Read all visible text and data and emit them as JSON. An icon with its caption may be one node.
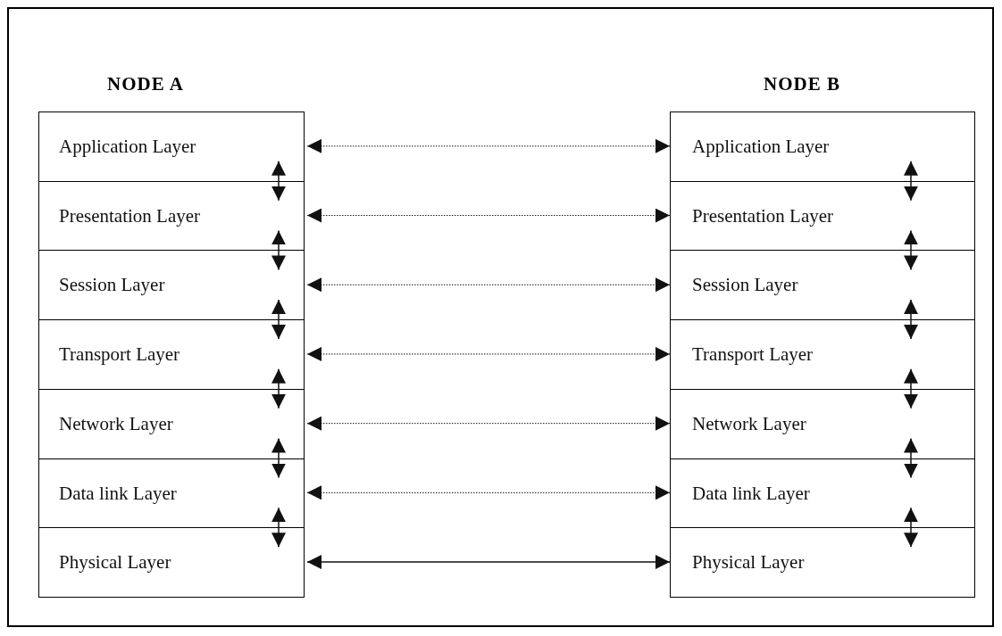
{
  "diagram": {
    "nodes": [
      {
        "text": [
          "Application Layer"
        ]
      },
      {
        "text": [
          "Presentation Layer"
        ]
      },
      {
        "text": [
          "Session Layer"
        ]
      },
      {
        "text": [
          "Transport Layer"
        ]
      },
      {
        "text": [
          "Network Layer"
        ]
      },
      {
        "text": [
          "Data link Layer"
        ]
      },
      {
        "text": [
          "Physical Layer"
        ]
      },
      {
        "text": [
          "Application Layer"
        ]
      },
      {
        "text": [
          "Presentation Layer"
        ]
      },
      {
        "text": [
          "Session Layer"
        ]
      },
      {
        "text": [
          "Transport Layer"
        ]
      },
      {
        "text": [
          "Network Layer"
        ]
      },
      {
        "text": [
          "Data link Layer"
        ]
      },
      {
        "text": [
          "Physical Layer"
        ]
      }
    ],
    "edges": [
      {
        "from": 0,
        "to": 7,
        "arrow": "both",
        "style": "dashed"
      },
      {
        "from": 1,
        "to": 8,
        "arrow": "both",
        "style": "dashed"
      },
      {
        "from": 2,
        "to": 9,
        "arrow": "both",
        "style": "dashed"
      },
      {
        "from": 3,
        "to": 10,
        "arrow": "both",
        "style": "dashed"
      },
      {
        "from": 4,
        "to": 11,
        "arrow": "both",
        "style": "dashed"
      },
      {
        "from": 5,
        "to": 12,
        "arrow": "both",
        "style": "dashed"
      },
      {
        "from": 6,
        "to": 13,
        "arrow": "both"
      },
      {
        "from": 0,
        "to": 1,
        "arrow": "both"
      },
      {
        "from": 1,
        "to": 2,
        "arrow": "both"
      },
      {
        "from": 2,
        "to": 3,
        "arrow": "both"
      },
      {
        "from": 3,
        "to": 4,
        "arrow": "both"
      },
      {
        "from": 4,
        "to": 5,
        "arrow": "both"
      },
      {
        "from": 5,
        "to": 6,
        "arrow": "both"
      },
      {
        "from": 7,
        "to": 8,
        "arrow": "both"
      },
      {
        "from": 8,
        "to": 9,
        "arrow": "both"
      },
      {
        "from": 9,
        "to": 10,
        "arrow": "both"
      },
      {
        "from": 10,
        "to": 11,
        "arrow": "both"
      },
      {
        "from": 11,
        "to": 12,
        "arrow": "both"
      },
      {
        "from": 12,
        "to": 13,
        "arrow": "both"
      }
    ],
    "labels": [
      "NODE A",
      "NODE B"
    ]
  }
}
